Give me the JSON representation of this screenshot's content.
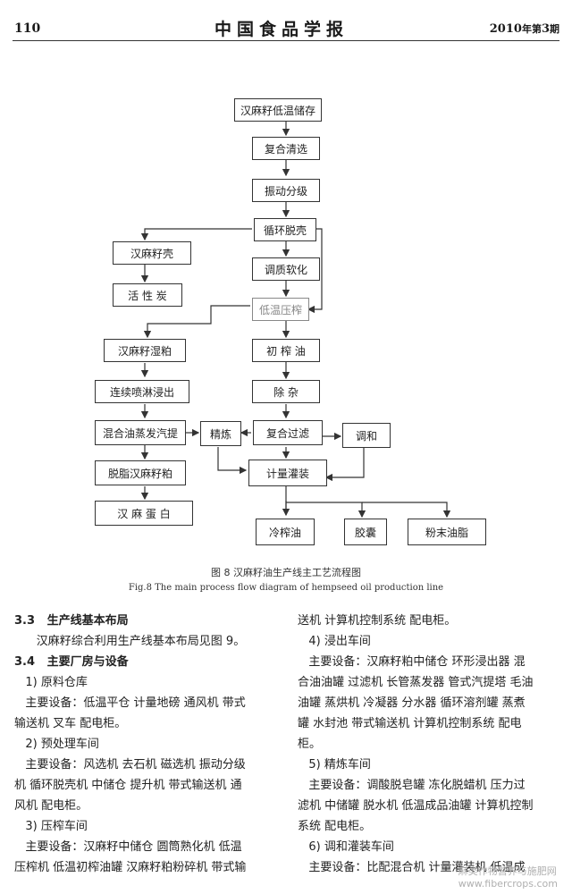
{
  "header": {
    "page_number": "110",
    "journal": "中国食品学报",
    "issue_year": "2010",
    "issue_mid": "年第",
    "issue_no": "3",
    "issue_end": "期"
  },
  "flowchart": {
    "nodes": {
      "storage": "汉麻籽低温储存",
      "cleaning": "复合清选",
      "grading": "振动分级",
      "dehull": "循环脱壳",
      "hull": "汉麻籽壳",
      "carbon": "活 性 炭",
      "conditioning": "调质软化",
      "press": "低温压榨",
      "wet_meal": "汉麻籽湿粕",
      "extraction": "连续喷淋浸出",
      "evaporation": "混合油蒸发汽提",
      "defat_meal": "脱脂汉麻籽粕",
      "protein": "汉 麻 蛋 白",
      "crude_oil": "初 榨 油",
      "impurity": "除   杂",
      "refine": "精炼",
      "filter": "复合过滤",
      "blend": "调和",
      "filling": "计量灌装",
      "cold_oil": "冷榨油",
      "capsule": "胶囊",
      "powder": "粉末油脂"
    }
  },
  "figure": {
    "caption_zh": "图 8   汉麻籽油生产线主工艺流程图",
    "caption_en": "Fig.8   The main process flow diagram of hempseed oil production line"
  },
  "body": {
    "left": [
      {
        "text": "3.3   生产线基本布局",
        "kind": "sec"
      },
      {
        "text": "      汉麻籽综合利用生产线基本布局见图 9。",
        "kind": "p"
      },
      {
        "text": "3.4   主要厂房与设备",
        "kind": "sec"
      },
      {
        "text": "   1) 原料仓库",
        "kind": "p"
      },
      {
        "text": "   主要设备：低温平仓 计量地磅 通风机 带式",
        "kind": "p"
      },
      {
        "text": "输送机 叉车 配电柜。",
        "kind": "p"
      },
      {
        "text": "   2) 预处理车间",
        "kind": "p"
      },
      {
        "text": "   主要设备：风选机 去石机 磁选机 振动分级",
        "kind": "p"
      },
      {
        "text": "机 循环脱壳机 中储仓 提升机 带式输送机 通",
        "kind": "p"
      },
      {
        "text": "风机 配电柜。",
        "kind": "p"
      },
      {
        "text": "   3) 压榨车间",
        "kind": "p"
      },
      {
        "text": "   主要设备：汉麻籽中储仓 圆筒熟化机 低温",
        "kind": "p"
      },
      {
        "text": "压榨机 低温初榨油罐 汉麻籽粕粉碎机 带式输",
        "kind": "p"
      }
    ],
    "right": [
      {
        "text": "送机 计算机控制系统 配电柜。",
        "kind": "p"
      },
      {
        "text": "   4) 浸出车间",
        "kind": "p"
      },
      {
        "text": "   主要设备：汉麻籽粕中储仓 环形浸出器 混",
        "kind": "p"
      },
      {
        "text": "合油油罐 过滤机 长管蒸发器 管式汽提塔 毛油",
        "kind": "p"
      },
      {
        "text": "油罐 蒸烘机 冷凝器 分水器 循环溶剂罐 蒸煮",
        "kind": "p"
      },
      {
        "text": "罐 水封池 带式输送机 计算机控制系统 配电",
        "kind": "p"
      },
      {
        "text": "柜。",
        "kind": "p"
      },
      {
        "text": "   5) 精炼车间",
        "kind": "p"
      },
      {
        "text": "   主要设备：调酸脱皂罐 冻化脱蜡机 压力过",
        "kind": "p"
      },
      {
        "text": "滤机 中储罐 脱水机 低温成品油罐 计算机控制",
        "kind": "p"
      },
      {
        "text": "系统 配电柜。",
        "kind": "p"
      },
      {
        "text": "   6) 调和灌装车间",
        "kind": "p"
      },
      {
        "text": "   主要设备：比配混合机 计量灌装机 低温成",
        "kind": "p"
      }
    ]
  },
  "watermark": {
    "line1": "麻类作物营养与施肥网",
    "line2": "www.fibercrops.com"
  }
}
